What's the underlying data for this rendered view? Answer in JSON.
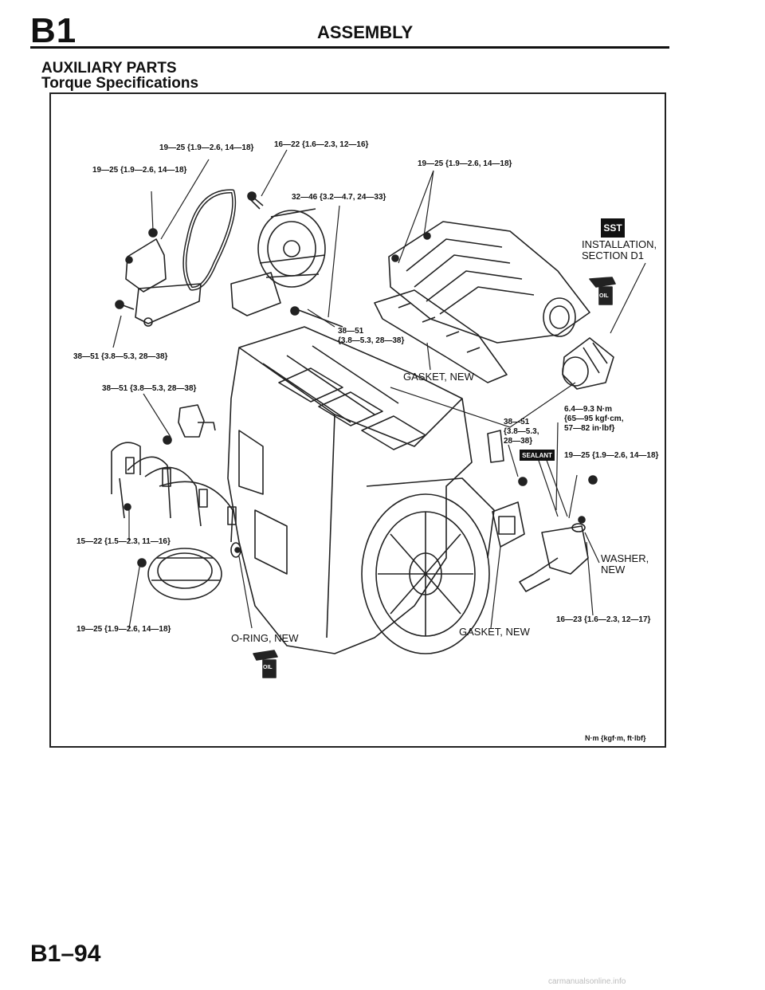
{
  "header": {
    "section_code": "B1",
    "title": "ASSEMBLY"
  },
  "section": {
    "title": "AUXILIARY PARTS",
    "subtitle": "Torque Specifications"
  },
  "labels": {
    "t1": "19—25 {1.9—2.6, 14—18}",
    "t2": "16—22 {1.6—2.3, 12—16}",
    "t3": "19—25 {1.9—2.6, 14—18}",
    "t4": "19—25 {1.9—2.6, 14—18}",
    "t5": "32—46 {3.2—4.7, 24—33}",
    "t6a": "38—51",
    "t6b": "{3.8—5.3, 28—38}",
    "t7": "38—51 {3.8—5.3, 28—38}",
    "t8": "38—51 {3.8—5.3, 28—38}",
    "t9a": "38—51",
    "t9b": "{3.8—5.3,",
    "t9c": "28—38}",
    "t10a": "6.4—9.3 N·m",
    "t10b": "{65—95 kgf·cm,",
    "t10c": "57—82 in·lbf}",
    "t11": "19—25 {1.9—2.6, 14—18}",
    "t12": "15—22 {1.5—2.3, 11—16}",
    "t13": "19—25 {1.9—2.6, 14—18}",
    "t14": "16—23 {1.6—2.3, 12—17}",
    "sst": "SST",
    "install_a": "INSTALLATION,",
    "install_b": "SECTION D1",
    "gasket_top": "GASKET, NEW",
    "gasket_bottom": "GASKET, NEW",
    "oring": "O-RING, NEW",
    "washer_a": "WASHER,",
    "washer_b": "NEW",
    "sealant": "SEALANT",
    "oil": "OIL",
    "units": "N·m {kgf·m, ft·lbf}"
  },
  "footer": {
    "page_number": "B1–94",
    "watermark": "carmanualsonline.info"
  }
}
